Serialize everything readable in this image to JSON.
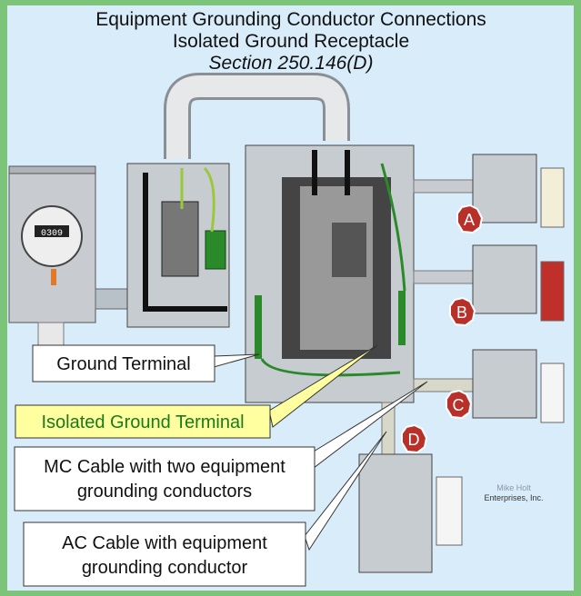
{
  "title": {
    "line1": "Equipment Grounding Conductor Connections",
    "line2": "Isolated Ground Receptacle",
    "line3": "Section 250.146(D)"
  },
  "callouts": {
    "ground_terminal": "Ground Terminal",
    "isolated_ground_terminal": "Isolated Ground Terminal",
    "mc_cable_line1": "MC Cable with two equipment",
    "mc_cable_line2": "grounding conductors",
    "ac_cable_line1": "AC Cable with equipment",
    "ac_cable_line2": "grounding conductor"
  },
  "markers": [
    "A",
    "B",
    "C",
    "D"
  ],
  "meter_reading": "0309",
  "watermark": {
    "line1": "Mike Holt",
    "line2": "Enterprises, Inc."
  },
  "colors": {
    "background": "#d9ecf9",
    "border": "#7cc47a",
    "marker": "#b8302a",
    "highlight": "#ffffa0",
    "ground_wire": "#2a8a2a"
  }
}
